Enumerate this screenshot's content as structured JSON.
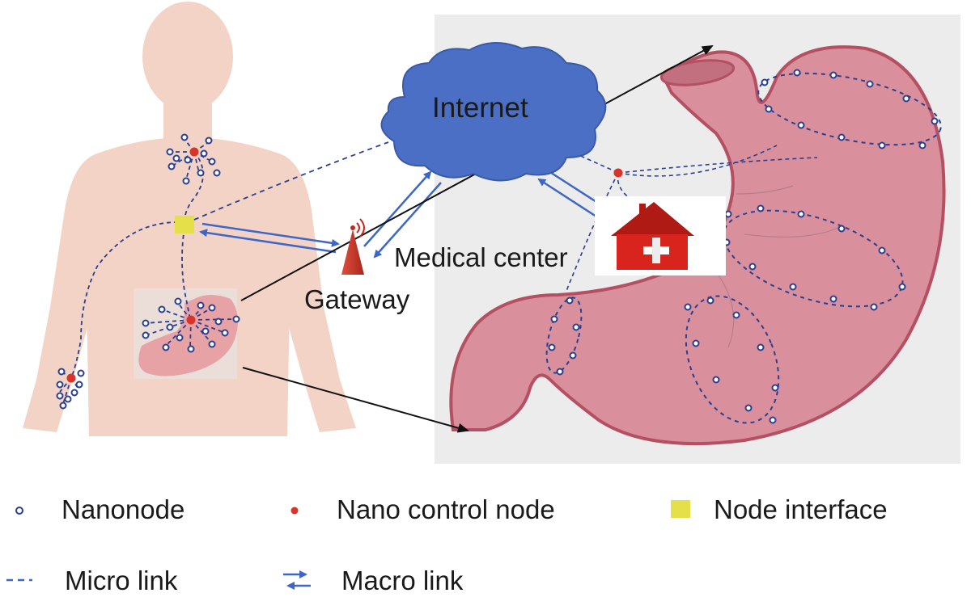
{
  "diagram": {
    "labels": {
      "internet": "Internet",
      "gateway": "Gateway",
      "medical_center": "Medical center"
    },
    "legend": [
      {
        "key": "nanonode",
        "label": "Nanonode"
      },
      {
        "key": "nano_control_node",
        "label": "Nano control node"
      },
      {
        "key": "node_interface",
        "label": "Node interface"
      },
      {
        "key": "micro_link",
        "label": "Micro link"
      },
      {
        "key": "macro_link",
        "label": "Macro link"
      }
    ],
    "colors": {
      "body": "#f2d3c6",
      "stomach": "#d9909c",
      "stomach_outline": "#b45062",
      "cloud": "#4a6fc4",
      "nanonode": "#2a3f8f",
      "control_node": "#d9342b",
      "interface": "#e5e04a",
      "link": "#3d66c6",
      "gateway": "#d13a2a",
      "house": "#d8241d"
    }
  }
}
